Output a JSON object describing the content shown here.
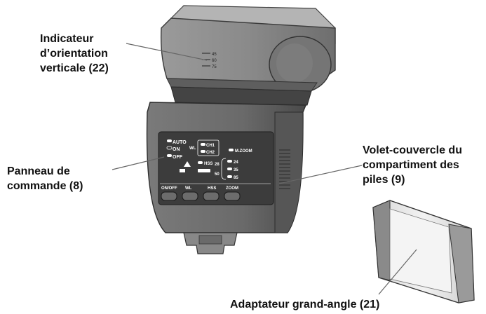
{
  "callouts": {
    "vertical_indicator": [
      "Indicateur",
      "d’orientation",
      "verticale (22)"
    ],
    "control_panel": [
      "Panneau de",
      "commande (8)"
    ],
    "battery_cover": [
      "Volet-couvercle du",
      "compartiment des",
      "piles (9)"
    ],
    "wide_adapter": [
      "Adaptateur grand-angle (21)"
    ]
  },
  "head_scale": [
    "45",
    "60",
    "75"
  ],
  "control_panel": {
    "mode_labels": [
      "AUTO",
      "ON",
      "OFF"
    ],
    "channel_labels": [
      "CH1",
      "CH2"
    ],
    "wl_label": "WL",
    "mzoom_label": "M.ZOOM",
    "hss_label": "HSS",
    "zoom_values_left": [
      "28",
      "50"
    ],
    "zoom_values_right": [
      "24",
      "35",
      "85"
    ],
    "button_labels": [
      "ON/OFF",
      "WL",
      "HSS",
      "ZOOM"
    ]
  }
}
